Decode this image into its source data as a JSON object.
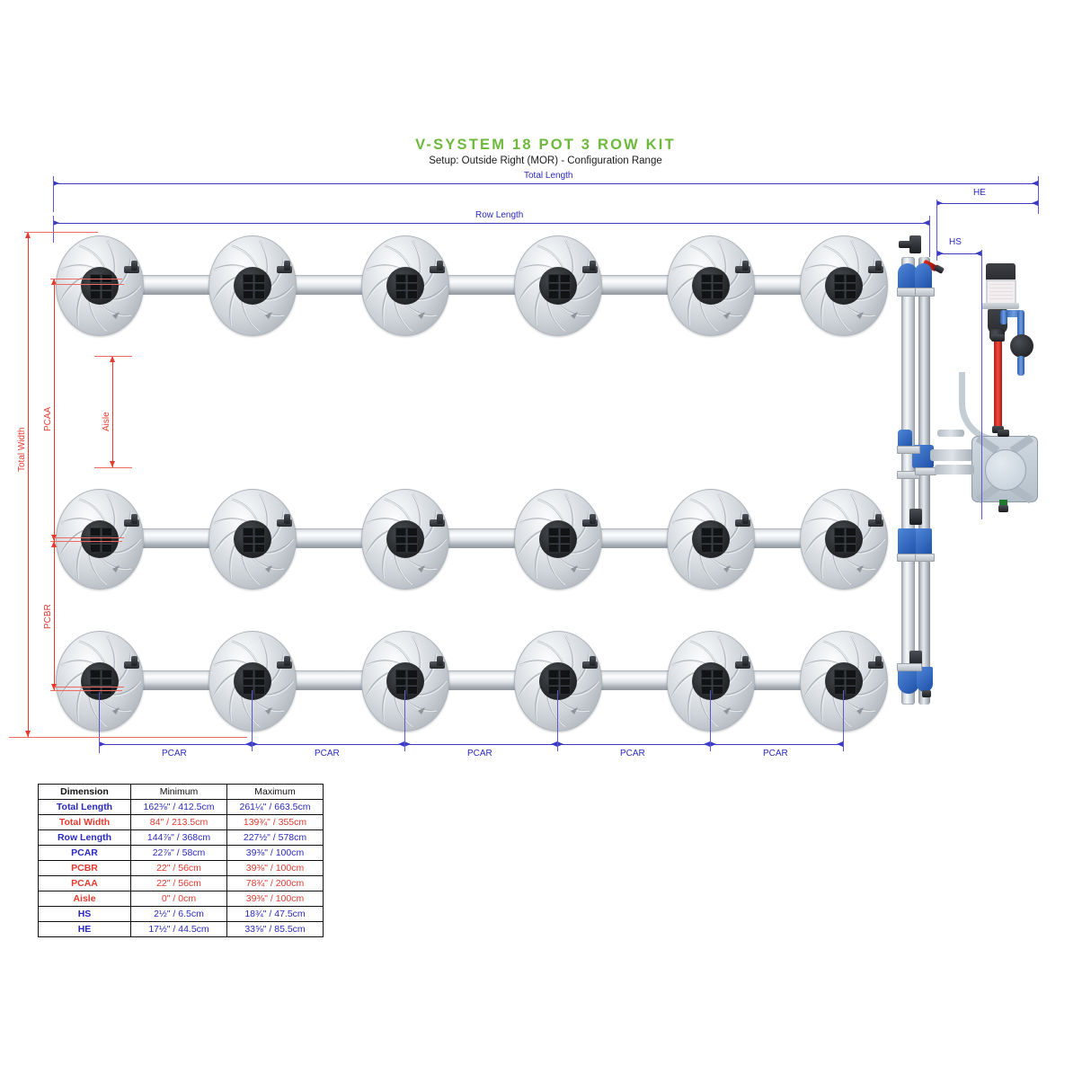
{
  "header": {
    "title": "V-SYSTEM 18 POT 3 ROW KIT",
    "subtitle": "Setup: Outside Right (MOR) - Configuration Range",
    "title_color": "#6cb93b"
  },
  "dimension_labels": {
    "total_length": "Total Length",
    "row_length": "Row Length",
    "total_width": "Total Width",
    "pcaa": "PCAA",
    "pcbr": "PCBR",
    "pcar": "PCAR",
    "aisle": "Aisle",
    "hs": "HS",
    "he": "HE"
  },
  "pcar_labels": [
    "PCAR",
    "PCAR",
    "PCAR",
    "PCAR",
    "PCAR"
  ],
  "layout": {
    "rows": 3,
    "pots_per_row": 6,
    "total_pots": 18
  },
  "colors": {
    "blue_dimension": "#2a2ac0",
    "red_dimension": "#e8392e",
    "title_green": "#6cb93b",
    "table_border": "#111111"
  },
  "table": {
    "headers": [
      "Dimension",
      "Minimum",
      "Maximum"
    ],
    "rows": [
      {
        "label": "Total Length",
        "color": "blue",
        "min": "162⅜\" / 412.5cm",
        "max": "261¼\" / 663.5cm"
      },
      {
        "label": "Total Width",
        "color": "red",
        "min": "84\" / 213.5cm",
        "max": "139¾\" / 355cm"
      },
      {
        "label": "Row Length",
        "color": "blue",
        "min": "144⅞\" / 368cm",
        "max": "227½\" / 578cm"
      },
      {
        "label": "PCAR",
        "color": "blue",
        "min": "22⅞\" / 58cm",
        "max": "39⅜\" / 100cm"
      },
      {
        "label": "PCBR",
        "color": "red",
        "min": "22\" / 56cm",
        "max": "39⅜\" / 100cm"
      },
      {
        "label": "PCAA",
        "color": "red",
        "min": "22\" / 56cm",
        "max": "78¾\" / 200cm"
      },
      {
        "label": "Aisle",
        "color": "red",
        "min": "0\" / 0cm",
        "max": "39⅜\" / 100cm"
      },
      {
        "label": "HS",
        "color": "blue",
        "min": "2½\" / 6.5cm",
        "max": "18¾\" / 47.5cm"
      },
      {
        "label": "HE",
        "color": "blue",
        "min": "17½\" / 44.5cm",
        "max": "33⅝\" / 85.5cm"
      }
    ]
  },
  "equipment": {
    "controller": "controller-unit",
    "pump": "pump-unit",
    "reservoir": "reservoir-tank",
    "manifold": "vertical-manifold"
  }
}
